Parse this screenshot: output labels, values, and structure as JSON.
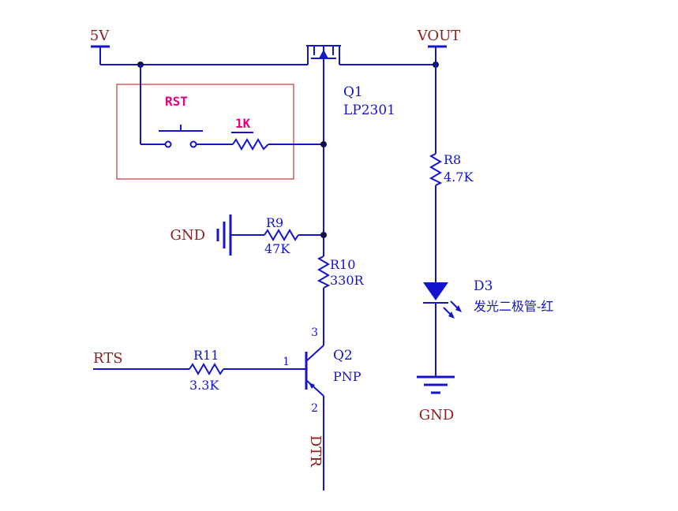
{
  "colors": {
    "wire_blue": "#1414cc",
    "net_label_red": "#8b1f1f",
    "highlight_magenta": "#e6007e",
    "box_red": "#cc5555",
    "junction_dot": "#10104d",
    "background": "#ffffff"
  },
  "labels": {
    "v5": "5V",
    "vout": "VOUT",
    "gnd_left": "GND",
    "gnd_bottom": "GND",
    "rts": "RTS",
    "dtr": "DTR",
    "rst": "RST"
  },
  "components": {
    "q1": {
      "ref": "Q1",
      "part": "LP2301"
    },
    "q2": {
      "ref": "Q2",
      "type": "PNP",
      "pin_collector": "3",
      "pin_base": "1",
      "pin_emitter": "2"
    },
    "r8": {
      "ref": "R8",
      "value": "4.7K"
    },
    "r9": {
      "ref": "R9",
      "value": "47K"
    },
    "r10": {
      "ref": "R10",
      "value": "330R"
    },
    "r11": {
      "ref": "R11",
      "value": "3.3K"
    },
    "r_reset": {
      "value": "1K"
    },
    "d3": {
      "ref": "D3",
      "description": "发光二极管-红"
    }
  }
}
